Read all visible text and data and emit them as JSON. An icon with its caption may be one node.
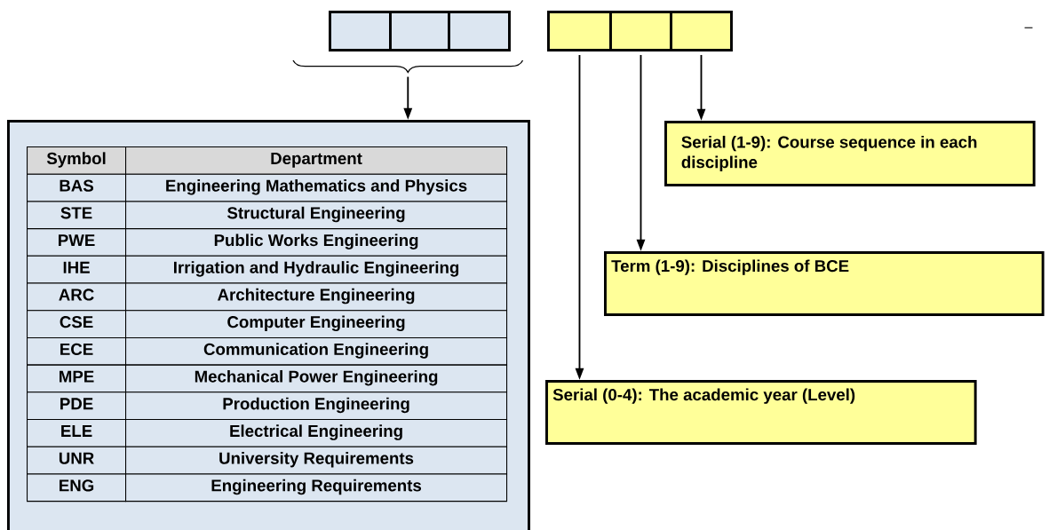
{
  "diagram": {
    "nodes": [
      {
        "text": [],
        "shape": "box"
      },
      {
        "text": [],
        "shape": "box"
      },
      {
        "text": [],
        "shape": "box"
      },
      {
        "text": [],
        "shape": "box"
      },
      {
        "text": [],
        "shape": "box"
      },
      {
        "text": [],
        "shape": "box"
      },
      {
        "text": [],
        "shape": "box"
      },
      {
        "text": [
          "Serial (1-9): Course sequence in each discipline"
        ]
      },
      {
        "text": [
          "Term (1-9): Disciplines of BCE"
        ]
      },
      {
        "text": [
          "Serial (0-4): The academic year (Level)"
        ]
      },
      {
        "text": [],
        "shape": "brace"
      }
    ],
    "edges": [
      {
        "from": 10,
        "to": 6,
        "arrow": "to"
      },
      {
        "from": 5,
        "to": 7,
        "arrow": "to"
      },
      {
        "from": 4,
        "to": 8,
        "arrow": "to"
      },
      {
        "from": 3,
        "to": 9,
        "arrow": "to"
      }
    ],
    "labels": [
      "Symbol",
      "Department",
      "BAS",
      "Engineering Mathematics and Physics",
      "STE",
      "Structural Engineering",
      "PWE",
      "Public Works Engineering",
      "IHE",
      "Irrigation and Hydraulic Engineering",
      "ARC",
      "Architecture Engineering",
      "CSE",
      "Computer Engineering",
      "ECE",
      "Communication Engineering",
      "MPE",
      "Mechanical Power Engineering",
      "PDE",
      "Production Engineering",
      "ELE",
      "Electrical Engineering",
      "UNR",
      "University Requirements",
      "ENG",
      "Engineering Requirements",
      "–"
    ]
  }
}
